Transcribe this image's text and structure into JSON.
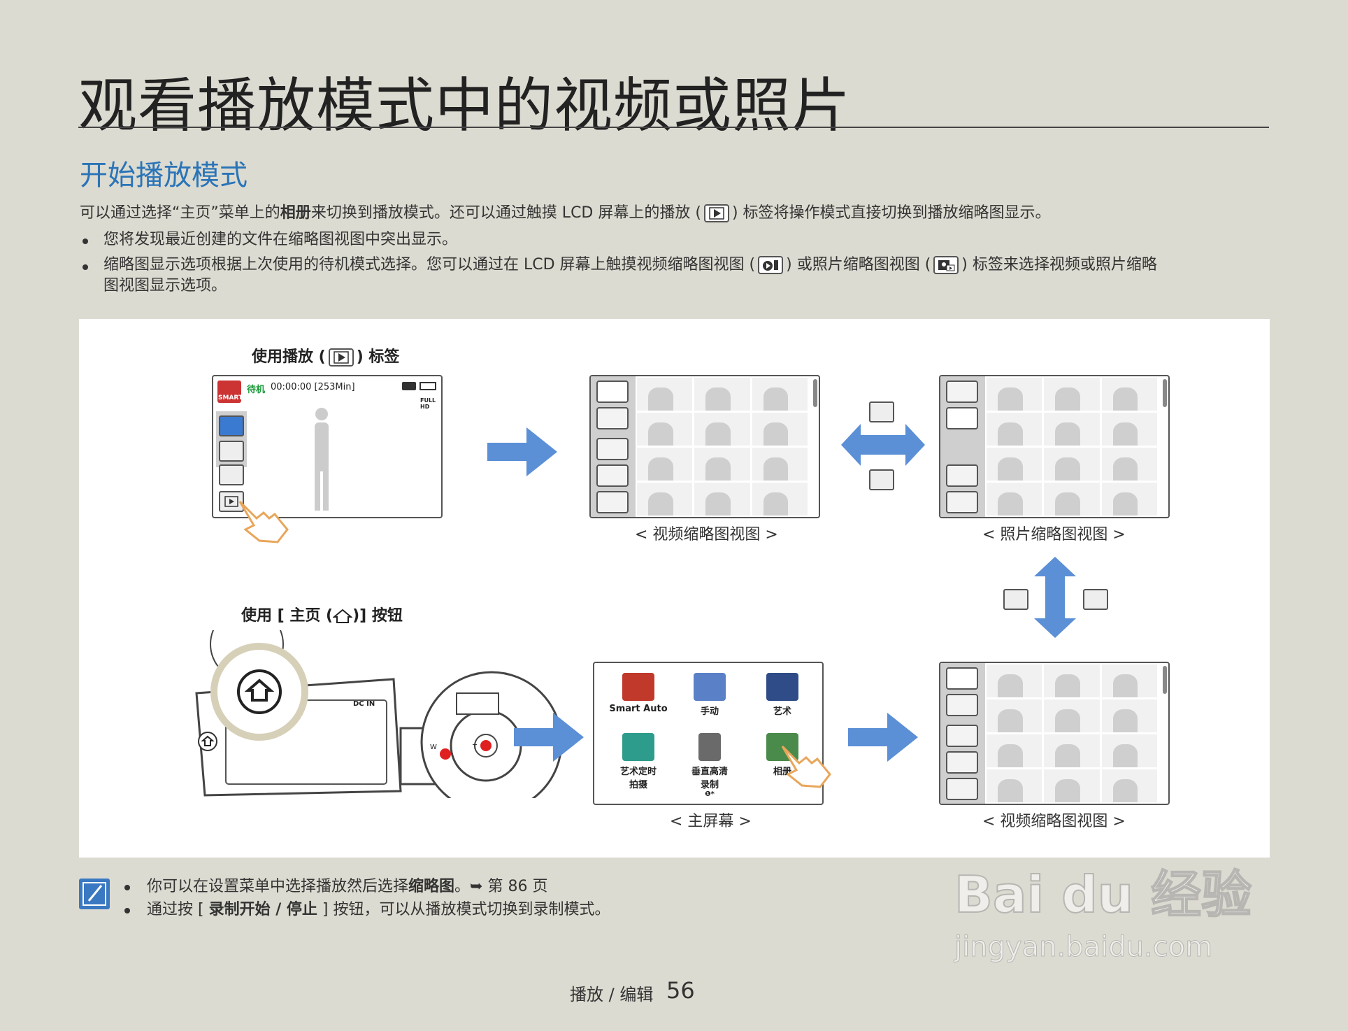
{
  "title": "观看播放模式中的视频或照片",
  "section_title": "开始播放模式",
  "intro": {
    "part1": "可以通过选择“主页”菜单上的",
    "bold": "相册",
    "part2": "来切换到播放模式。还可以通过触摸 LCD 屏幕上的播放 (",
    "part3": ") 标签将操作模式直接切换到播放缩略图显示。"
  },
  "bullets": {
    "b1": "您将发现最近创建的文件在缩略图视图中突出显示。",
    "b2_part1": "缩略图显示选项根据上次使用的待机模式选择。您可以通过在 LCD 屏幕上触摸视频缩略图视图 (",
    "b2_part2": ") 或照片缩略图视图 (",
    "b2_part3": ") 标签来选择视频或照片缩略",
    "b2_line2": "图视图显示选项。"
  },
  "diagram": {
    "label_play_tab_part1": "使用播放 (",
    "label_play_tab_part2": ") 标签",
    "label_home_part1": "使用 [ 主页 (",
    "label_home_part2": ")] 按钮",
    "standby_status": "待机",
    "standby_time": "00:00:00 [253Min]",
    "smart_badge": "SMART",
    "full_hd": "FULL HD",
    "caption_video_thumb": "< 视频缩略图视图 >",
    "caption_photo_thumb": "< 照片缩略图视图 >",
    "caption_home": "< 主屏幕 >",
    "caption_video_thumb2": "< 视频缩略图视图 >",
    "dc_in": "DC IN",
    "zoom_w": "W",
    "zoom_t": "T",
    "home_menu": [
      {
        "label": "Smart Auto",
        "icon": "smart-auto-icon"
      },
      {
        "label": "手动",
        "icon": "manual-icon"
      },
      {
        "label": "艺术",
        "icon": "art-icon"
      },
      {
        "label": "艺术定时\n拍摄",
        "icon": "time-lapse-icon"
      },
      {
        "label": "垂直高清\n录制",
        "icon": "vertical-hd-icon"
      },
      {
        "label": "相册",
        "icon": "album-icon"
      }
    ],
    "vertical_note": "❶*"
  },
  "notes": {
    "n1_part1": "你可以在设置菜单中选择播放然后选择",
    "n1_bold": "缩略图",
    "n1_part2": "。➥ 第 86 页",
    "n2_part1": "通过按 [ ",
    "n2_bold": "录制开始 / 停止",
    "n2_part2": " ] 按钮，可以从播放模式切换到录制模式。"
  },
  "footer": "播放 / 编辑",
  "page_number": "56",
  "watermark": {
    "brand": "Bai du 经验",
    "url": "jingyan.baidu.com"
  },
  "colors": {
    "accent": "#2a74b8",
    "arrow": "#5b8fd6",
    "hand": "#e8a65a",
    "record": "#e02020"
  }
}
